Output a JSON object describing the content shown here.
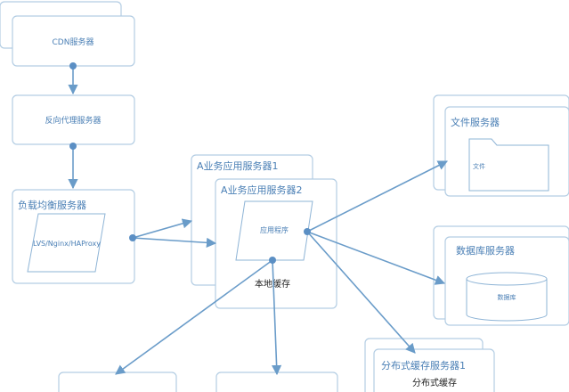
{
  "nodes": {
    "cdn": "CDN服务器",
    "reverse_proxy": "反向代理服务器",
    "load_balancer": "负载均衡服务器",
    "lb_software": "LVS/Nginx/HAProxy",
    "app_server_1": "A业务应用服务器1",
    "app_server_2": "A业务应用服务器2",
    "app_program": "应用程序",
    "local_cache": "本地缓存",
    "file_server": "文件服务器",
    "file": "文件",
    "db_server": "数据库服务器",
    "database": "数据库",
    "cache_server_1": "分布式缓存服务器1",
    "distributed_cache": "分布式缓存"
  },
  "colors": {
    "box_border": "#b3cde3",
    "inner_border": "#8eb4d6",
    "connector": "#6a9cc9",
    "label": "#4a7fb5",
    "dark_label": "#222222"
  }
}
